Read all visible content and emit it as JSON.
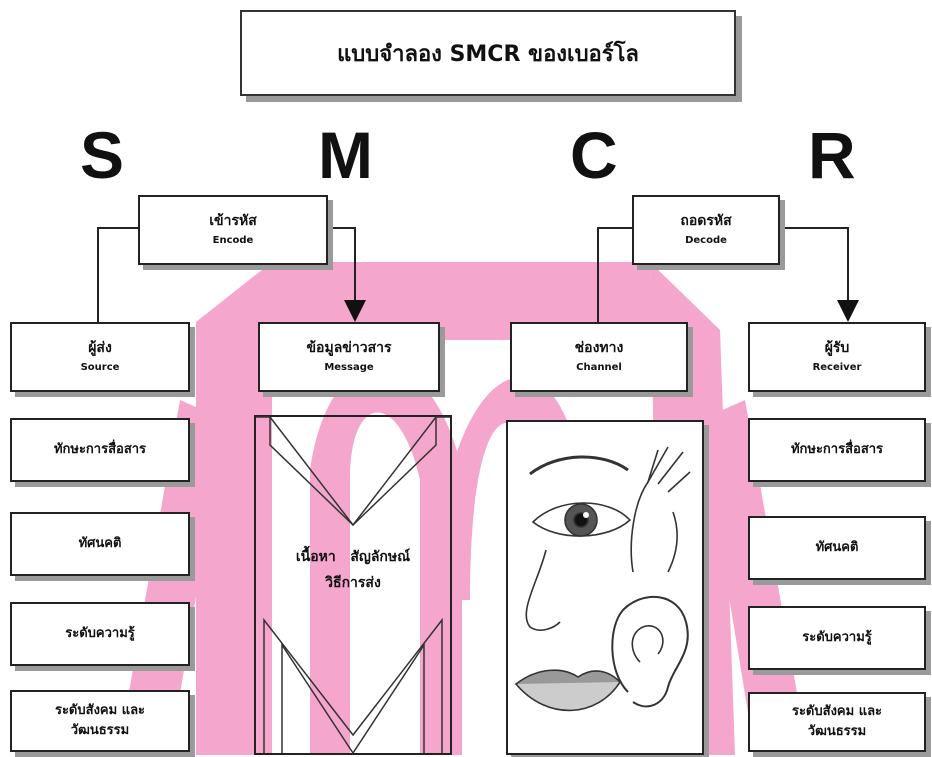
{
  "title": "แบบจำลอง SMCR ของเบอร์โล",
  "letters": {
    "s": "S",
    "m": "M",
    "c": "C",
    "r": "R"
  },
  "encode": {
    "th": "เข้ารหัส",
    "en": "Encode"
  },
  "decode": {
    "th": "ถอดรหัส",
    "en": "Decode"
  },
  "source": {
    "th": "ผู้ส่ง",
    "en": "Source",
    "attributes": [
      "ทักษะการสื่อสาร",
      "ทัศนคติ",
      "ระดับความรู้",
      "ระดับสังคม และวัฒนธรรม"
    ]
  },
  "message": {
    "th": "ข้อมูลข่าวสาร",
    "en": "Message",
    "content_line1": "เนื้อหา   สัญลักษณ์",
    "content_line2": "วิธีการส่ง"
  },
  "channel": {
    "th": "ช่องทาง",
    "en": "Channel",
    "image": "senses-illustration"
  },
  "receiver": {
    "th": "ผู้รับ",
    "en": "Receiver",
    "attributes": [
      "ทักษะการสื่อสาร",
      "ทัศนคติ",
      "ระดับความรู้",
      "ระดับสังคม และวัฒนธรรม"
    ]
  },
  "colors": {
    "watermark": "#f4a6cc",
    "border": "#222222",
    "shadow": "#9a9a9a"
  }
}
